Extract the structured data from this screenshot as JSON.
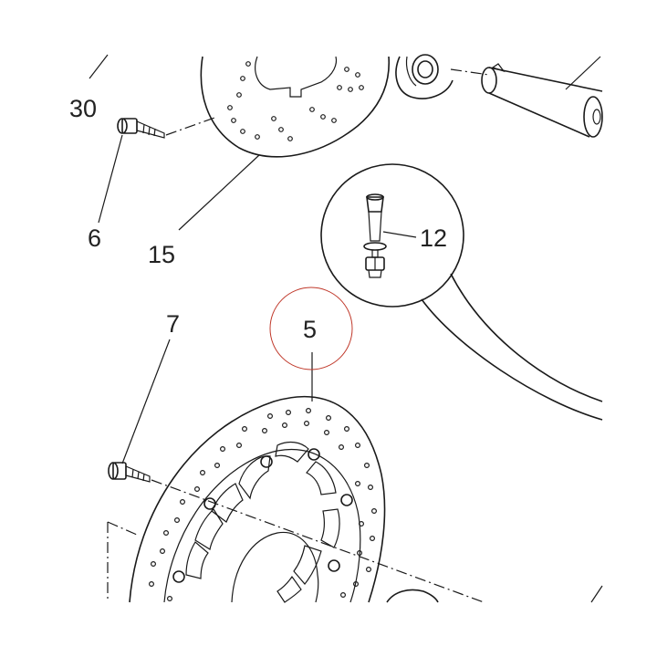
{
  "labels": {
    "l30": "30",
    "l6": "6",
    "l15": "15",
    "l12": "12",
    "l7": "7",
    "l5": "5"
  },
  "colors": {
    "line": "#1a1a1a",
    "text": "#222222",
    "highlight_circle": "#c0392b",
    "background": "#ffffff"
  }
}
